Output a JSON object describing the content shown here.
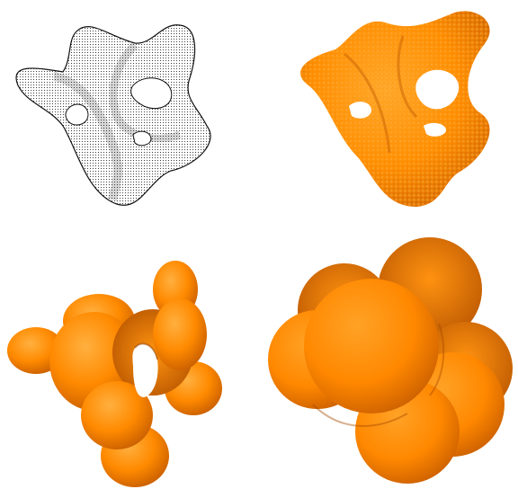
{
  "figure": {
    "panels": [
      {
        "id": "point-cloud",
        "style": "black sparse points on white",
        "color": "#111111"
      },
      {
        "id": "particle-surface",
        "style": "orange spherical particles",
        "color": "#ff8c00"
      },
      {
        "id": "smooth-surface",
        "style": "orange blobby surface",
        "color": "#ff8a00"
      },
      {
        "id": "inflated-surface",
        "style": "orange inflated spheres",
        "color": "#ff8800"
      }
    ],
    "colors": {
      "background": "#ffffff",
      "orange_light": "#ffb040",
      "orange_mid": "#ff8c00",
      "orange_dark": "#c05a00",
      "points": "#111111"
    }
  }
}
